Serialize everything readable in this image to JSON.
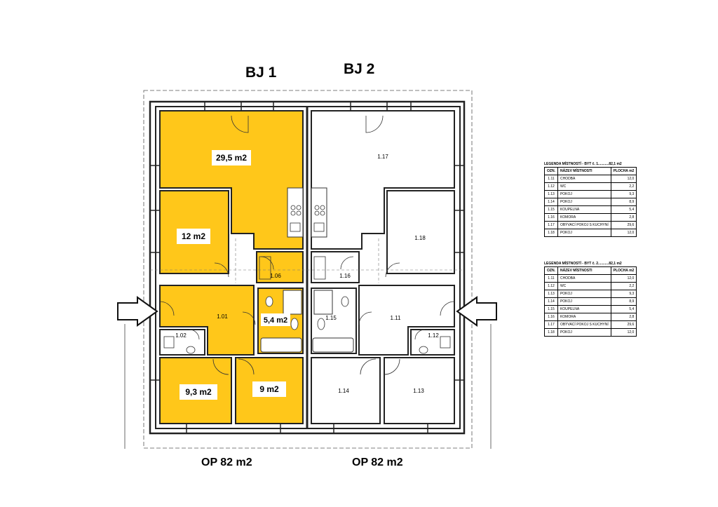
{
  "units": {
    "bj1": {
      "title": "BJ 1",
      "area": "OP 82 m2"
    },
    "bj2": {
      "title": "BJ 2",
      "area": "OP 82 m2"
    }
  },
  "rooms_bj1": {
    "living": "29,5 m2",
    "room_12": "12 m2",
    "r106": "1.06",
    "hall": "1.01",
    "bath": "5,4 m2",
    "wc": "1.02",
    "room_93": "9,3 m2",
    "room_9": "9 m2"
  },
  "rooms_bj2": {
    "living": "1.17",
    "r118": "1.18",
    "r116": "1.16",
    "r115": "1.15",
    "hall": "1.11",
    "wc": "1.12",
    "r114": "1.14",
    "r113": "1.13"
  },
  "colors": {
    "fill": "#FFC71A",
    "wall": "#2b2b2b"
  },
  "legends": [
    {
      "title": "LEGENDA MÍSTNOSTÍ - BYT č. 1...........82,1 m2",
      "headers": [
        "OZN.",
        "NÁZEV MÍSTNOSTI",
        "PLOCHA m2"
      ],
      "rows": [
        [
          "1.11",
          "CHODBA",
          "12,0"
        ],
        [
          "1.12",
          "WC",
          "2,2"
        ],
        [
          "1.13",
          "POKOJ",
          "9,3"
        ],
        [
          "1.14",
          "POKOJ",
          "8,9"
        ],
        [
          "1.15",
          "KOUPELNA",
          "5,4"
        ],
        [
          "1.16",
          "KOMORA",
          "2,8"
        ],
        [
          "1.17",
          "OBÝVACÍ POKOJ S KUCHYNÍ",
          "29,6"
        ],
        [
          "1.18",
          "POKOJ",
          "12,0"
        ]
      ]
    },
    {
      "title": "LEGENDA MÍSTNOSTÍ - BYT č. 2...........82,1 m2",
      "headers": [
        "OZN.",
        "NÁZEV MÍSTNOSTI",
        "PLOCHA m2"
      ],
      "rows": [
        [
          "1.11",
          "CHODBA",
          "12,0"
        ],
        [
          "1.12",
          "WC",
          "2,2"
        ],
        [
          "1.13",
          "POKOJ",
          "9,3"
        ],
        [
          "1.14",
          "POKOJ",
          "8,9"
        ],
        [
          "1.15",
          "KOUPELNA",
          "5,4"
        ],
        [
          "1.16",
          "KOMORA",
          "2,8"
        ],
        [
          "1.17",
          "OBÝVACÍ POKOJ S KUCHYNÍ",
          "29,6"
        ],
        [
          "1.18",
          "POKOJ",
          "12,0"
        ]
      ]
    }
  ]
}
